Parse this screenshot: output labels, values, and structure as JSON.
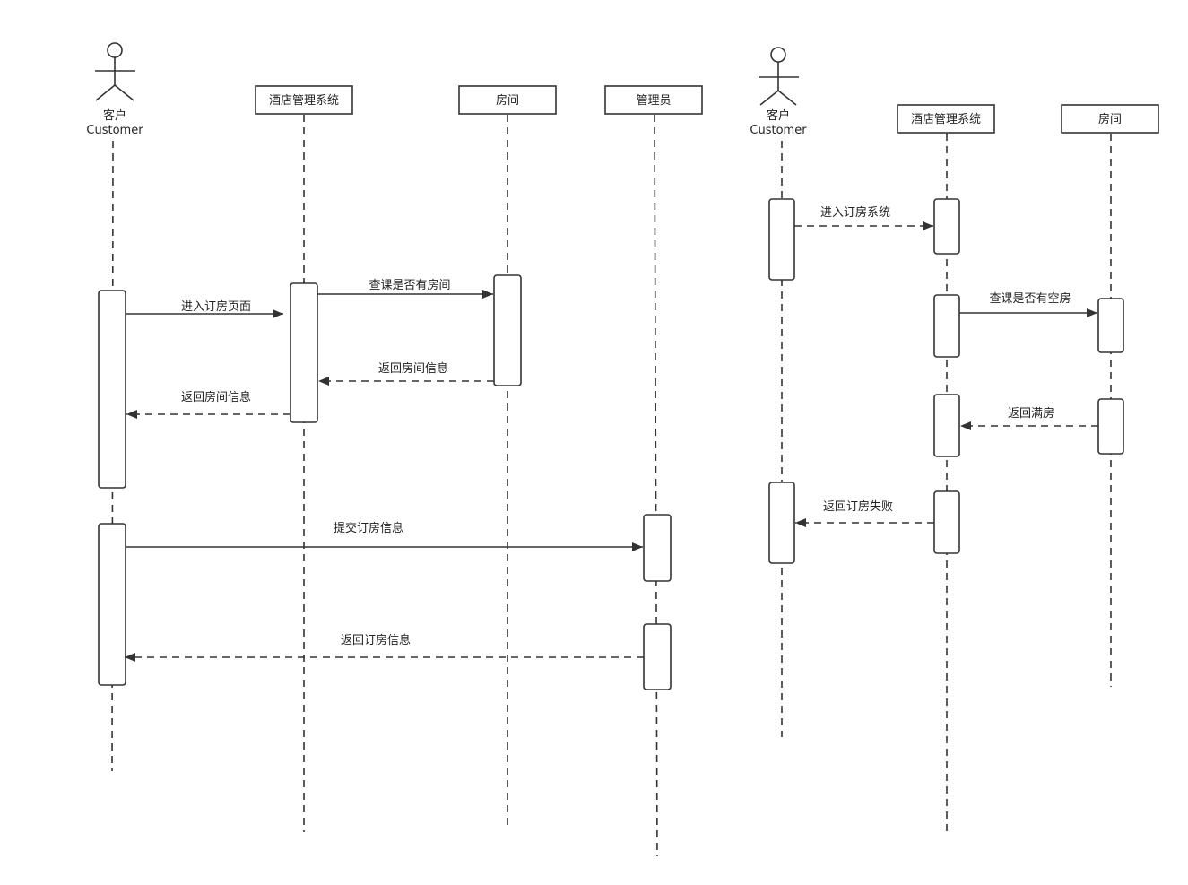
{
  "colors": {
    "stroke": "#333333",
    "text": "#222222",
    "background": "#ffffff"
  },
  "left_diagram": {
    "actor": {
      "name_cn": "客户",
      "name_en": "Customer",
      "icon": "stick-figure-icon"
    },
    "participants": [
      {
        "label": "酒店管理系统"
      },
      {
        "label": "房间"
      },
      {
        "label": "管理员"
      }
    ],
    "messages": [
      {
        "label": "进入订房页面",
        "style": "solid"
      },
      {
        "label": "查课是否有房间",
        "style": "solid"
      },
      {
        "label": "返回房间信息",
        "style": "dashed"
      },
      {
        "label": "返回房间信息",
        "style": "dashed"
      },
      {
        "label": "提交订房信息",
        "style": "solid"
      },
      {
        "label": "返回订房信息",
        "style": "dashed"
      }
    ]
  },
  "right_diagram": {
    "actor": {
      "name_cn": "客户",
      "name_en": "Customer",
      "icon": "stick-figure-icon"
    },
    "participants": [
      {
        "label": "酒店管理系统"
      },
      {
        "label": "房间"
      }
    ],
    "messages": [
      {
        "label": "进入订房系统",
        "style": "dashed"
      },
      {
        "label": "查课是否有空房",
        "style": "solid"
      },
      {
        "label": "返回满房",
        "style": "dashed"
      },
      {
        "label": "返回订房失败",
        "style": "dashed"
      }
    ]
  }
}
